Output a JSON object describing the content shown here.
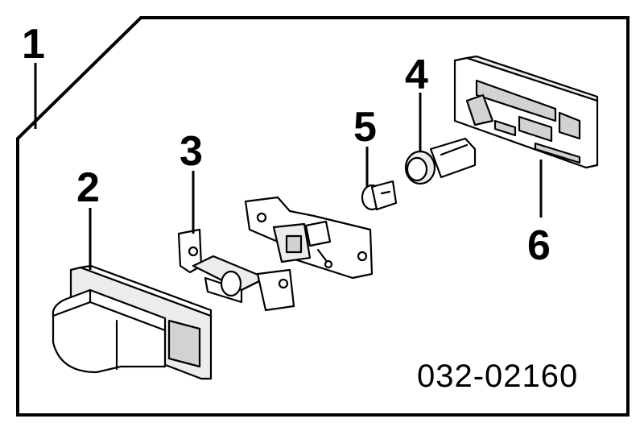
{
  "diagram": {
    "callouts": {
      "c1": "1",
      "c2": "2",
      "c3": "3",
      "c4": "4",
      "c5": "5",
      "c6": "6"
    },
    "part_number": "032-02160"
  }
}
